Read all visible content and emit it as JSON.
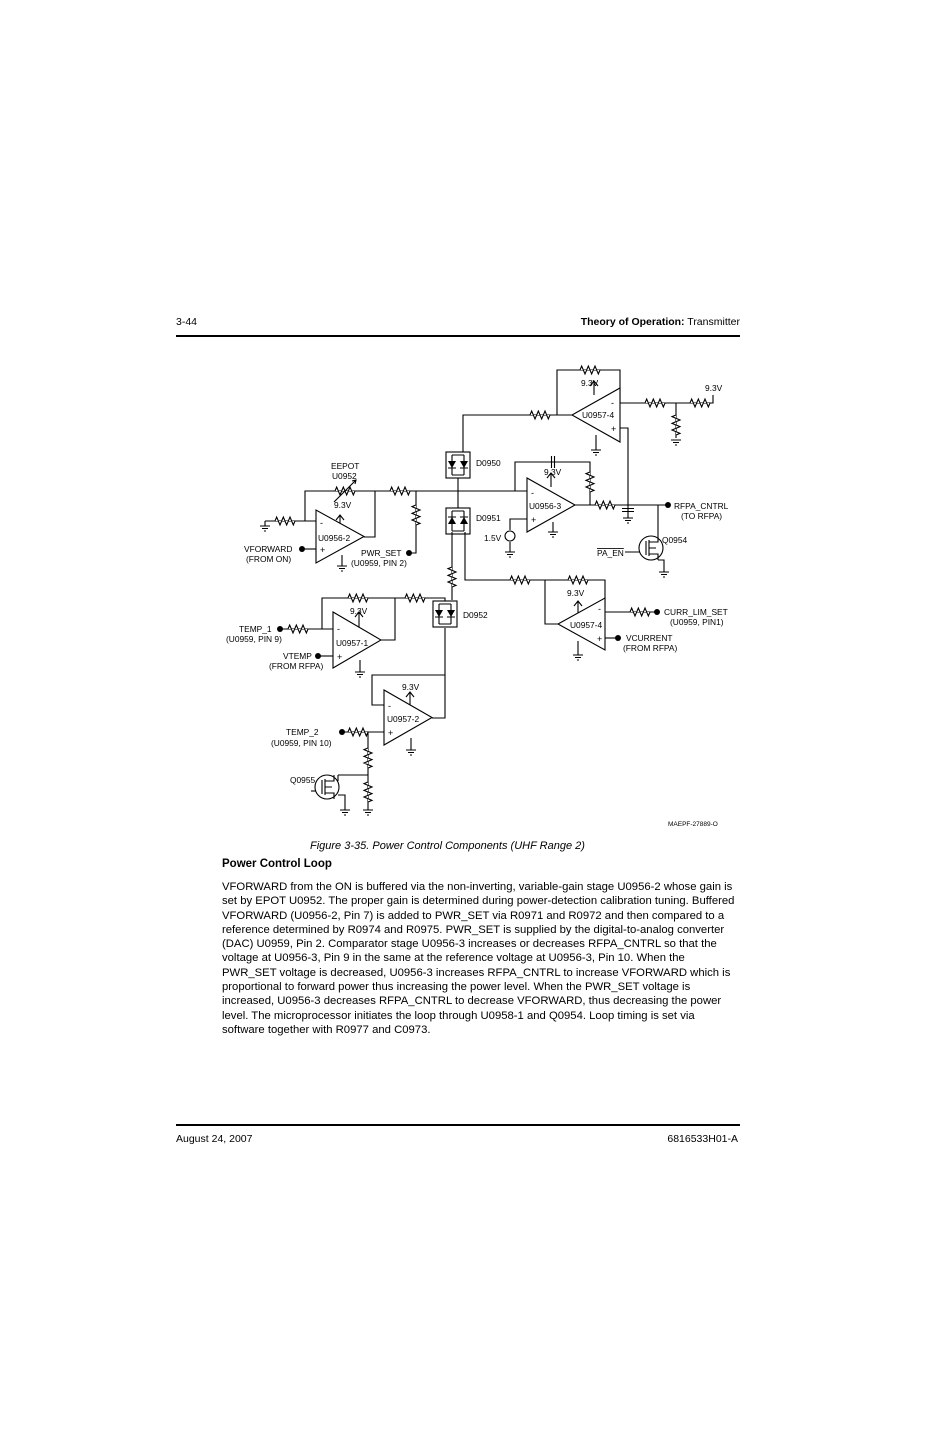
{
  "header": {
    "page_number": "3-44",
    "section_bold": "Theory of Operation:",
    "section": " Transmitter"
  },
  "figure": {
    "labels": {
      "u0957_4_top": "U0957-4",
      "u0956_3": "U0956-3",
      "u0956_2": "U0956-2",
      "u0957_4_bottom": "U0957-4",
      "u0957_1": "U0957-1",
      "u0957_2": "U0957-2",
      "d0950": "D0950",
      "d0951": "D0951",
      "d0952": "D0952",
      "eepot": "EEPOT",
      "u0952": "U0952",
      "v93": "9.3V",
      "v15": "1.5V",
      "rfpa_cntrl": "RFPA_CNTRL",
      "to_rfpa": "(TO RFPA)",
      "q0954": "Q0954",
      "pa_en": "PA_EN",
      "vforward": "VFORWARD",
      "from_on": "(FROM ON)",
      "pwr_set": "PWR_SET",
      "pwr_set_pin": "(U0959, PIN 2)",
      "curr_lim_set": "CURR_LIM_SET",
      "curr_lim_pin": "(U0959, PIN1)",
      "vcurrent": "VCURRENT",
      "from_rfpa": "(FROM RFPA)",
      "temp_1": "TEMP_1",
      "temp_1_pin": "(U0959, PIN 9)",
      "vtemp": "VTEMP",
      "temp_2": "TEMP_2",
      "temp_2_pin": "(U0959, PIN 10)",
      "q0955": "Q0955",
      "minus": "-",
      "plus": "+",
      "figure_id": "MAEPF-27889-O"
    },
    "caption": "Figure 3-35.  Power Control Components (UHF Range 2)"
  },
  "section": {
    "heading": "Power Control Loop",
    "body": "VFORWARD from the ON is buffered via the non-inverting, variable-gain stage U0956-2 whose gain is set by EPOT U0952. The proper gain is determined during power-detection calibration tuning. Buffered VFORWARD (U0956-2, Pin 7) is added to PWR_SET via R0971 and R0972 and then compared to a reference determined by R0974 and R0975. PWR_SET is supplied by the digital-to-analog converter (DAC) U0959, Pin 2. Comparator stage U0956-3 increases or decreases RFPA_CNTRL so that the voltage at U0956-3, Pin 9 in the same at the reference voltage at U0956-3, Pin 10. When the PWR_SET voltage is decreased, U0956-3 increases RFPA_CNTRL to increase VFORWARD which is proportional to forward power thus increasing the power level. When the PWR_SET voltage is increased, U0956-3 decreases RFPA_CNTRL to decrease VFORWARD, thus decreasing the power level. The microprocessor initiates the loop through U0958-1 and Q0954. Loop timing is set via software together with R0977 and C0973."
  },
  "footer": {
    "date": "August 24, 2007",
    "doc_number": "6816533H01-A"
  }
}
